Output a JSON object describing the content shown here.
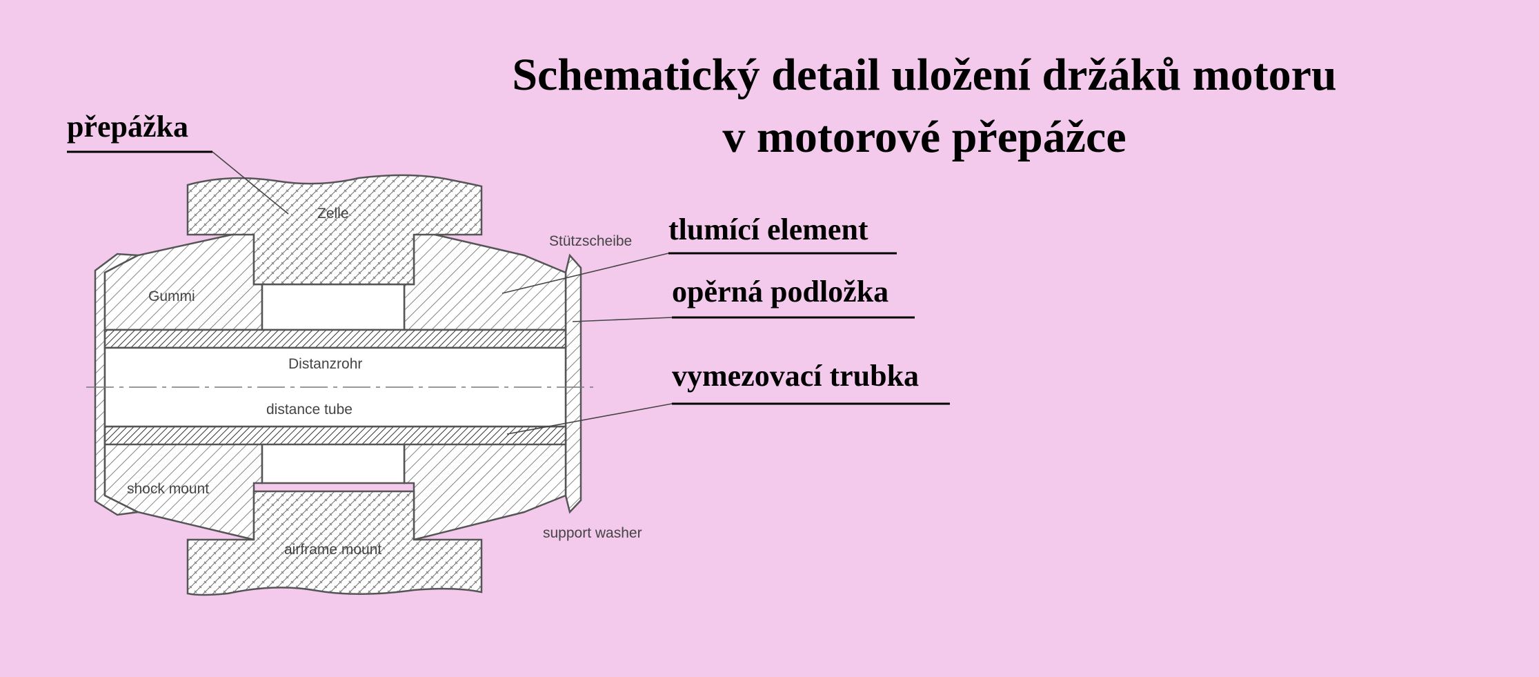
{
  "title": {
    "line1": "Schematický detail uložení držáků motoru",
    "line2": "v motorové přepážce"
  },
  "labels_cz": {
    "firewall": "přepážka",
    "damping_element": "tlumící element",
    "support_washer": "opěrná podložka",
    "distance_tube": "vymezovací trubka"
  },
  "labels_drawing": {
    "zelle": "Zelle",
    "stuetzscheibe": "Stützscheibe",
    "gummi": "Gummi",
    "distanzrohr": "Distanzrohr",
    "distance_tube": "distance tube",
    "shock_mount": "shock mount",
    "support_washer": "support washer",
    "airframe_mount": "airframe mount"
  },
  "colors": {
    "background": "#f3c9ec",
    "drawing_fill": "#ffffff",
    "line": "#555555"
  }
}
